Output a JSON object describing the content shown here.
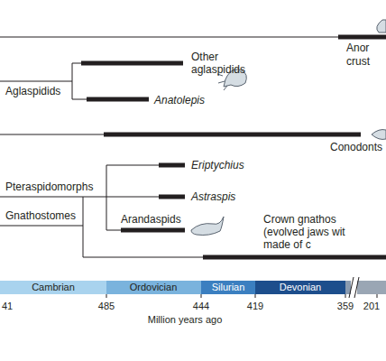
{
  "diagram": {
    "labels": [
      "Anor",
      "crust",
      "Other aglaspidids",
      "Aglaspidids",
      "Anatolepis",
      "Conodonts",
      "Eriptychius",
      "Pteraspidomorphs",
      "Astraspis",
      "Arandaspids",
      "Crown gnathos",
      "(evolved jaws wit",
      "made of c",
      "Gnathostomes",
      "Cambrian",
      "Ordovician",
      "Silurian",
      "Devonian",
      "41",
      "485",
      "444",
      "419",
      "359",
      "201",
      "Million years ago"
    ]
  }
}
